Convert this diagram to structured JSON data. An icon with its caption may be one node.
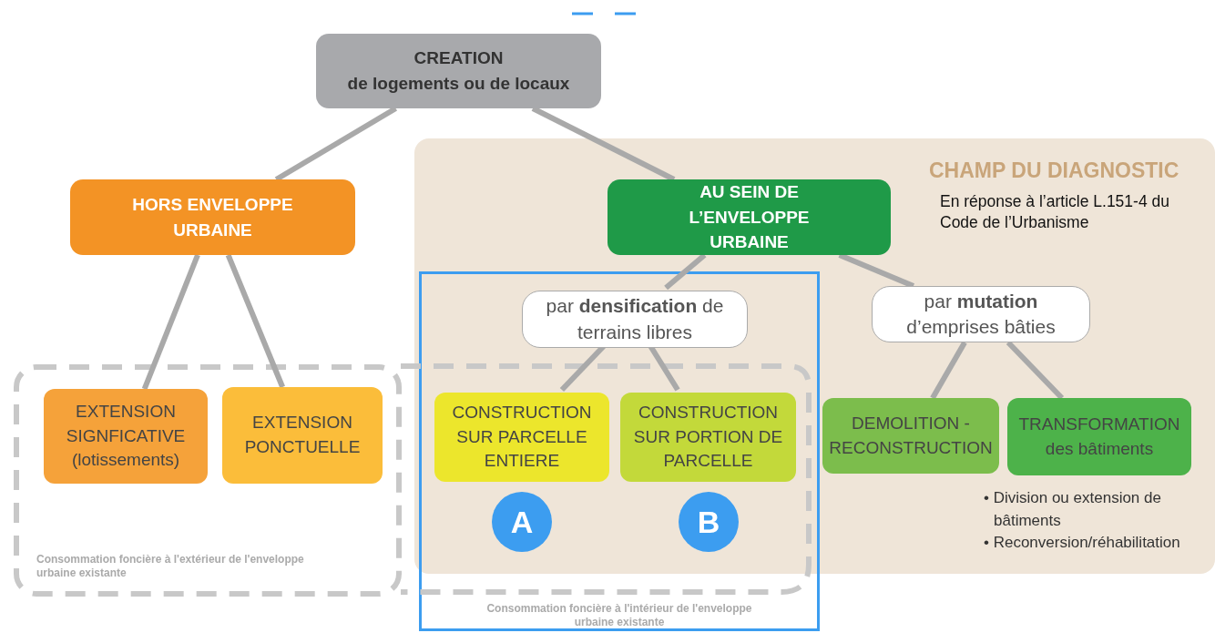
{
  "diagram": {
    "nodes": [
      {
        "text": [
          "CREATION",
          "de logements ou de locaux"
        ]
      },
      {
        "text": [
          "CHAMP DU DIAGNOSTIC",
          "En réponse à l’article L.151-4 du Code de l’Urbanisme"
        ]
      },
      {
        "text": [
          "HORS ENVELOPPE URBAINE"
        ]
      },
      {
        "text": [
          "AU SEIN DE L’ENVELOPPE URBAINE"
        ],
        "in": 1
      },
      {
        "text": [
          "Consommation foncière à l'extérieur de l'enveloppe urbaine existante"
        ]
      },
      {
        "text": [
          "Consommation foncière à l'intérieur de l'enveloppe urbaine existante"
        ]
      },
      {
        "text": [
          "par **densification** de terrains libres"
        ],
        "in": 5
      },
      {
        "text": [
          "par **mutation** d’emprises bâties"
        ],
        "in": 1
      },
      {
        "text": [
          "EXTENSION SIGNFICATIVE (lotissements)"
        ],
        "in": 4
      },
      {
        "text": [
          "EXTENSION PONCTUELLE"
        ],
        "in": 4
      },
      {
        "text": [
          "CONSTRUCTION SUR PARCELLE ENTIERE"
        ],
        "in": 5
      },
      {
        "text": [
          "CONSTRUCTION SUR PORTION DE PARCELLE"
        ],
        "in": 5
      },
      {
        "text": [
          "DEMOLITION - RECONSTRUCTION"
        ],
        "in": 1
      },
      {
        "text": [
          "TRANSFORMATION des bâtiments"
        ],
        "in": 1,
        "beside": [
          "• Division ou extension de bâtiments",
          "• Reconversion/réhabilitation"
        ]
      },
      {
        "text": [
          "A"
        ],
        "in": 5
      },
      {
        "text": [
          "B"
        ],
        "in": 5
      }
    ],
    "edges": [
      {
        "from": 0,
        "to": 2,
        "arrow": "none"
      },
      {
        "from": 0,
        "to": 3,
        "arrow": "none"
      },
      {
        "from": 2,
        "to": 8,
        "arrow": "none"
      },
      {
        "from": 2,
        "to": 9,
        "arrow": "none"
      },
      {
        "from": 3,
        "to": 6,
        "arrow": "none"
      },
      {
        "from": 3,
        "to": 7,
        "arrow": "none"
      },
      {
        "from": 6,
        "to": 10,
        "arrow": "none"
      },
      {
        "from": 6,
        "to": 11,
        "arrow": "none"
      },
      {
        "from": 7,
        "to": 12,
        "arrow": "none"
      },
      {
        "from": 7,
        "to": 13,
        "arrow": "none"
      }
    ]
  }
}
